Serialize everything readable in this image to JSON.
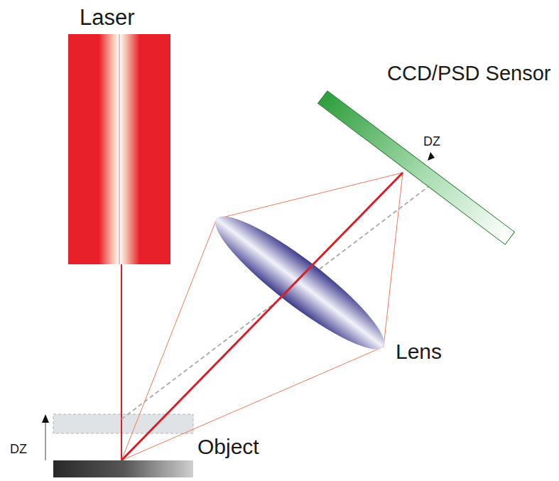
{
  "diagram": {
    "labels": [
      "Laser",
      "CCD/PSD Sensor",
      "DZ",
      "Lens",
      "DZ",
      "Object"
    ]
  }
}
